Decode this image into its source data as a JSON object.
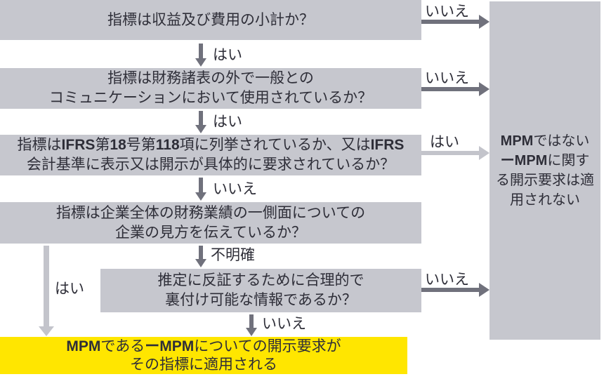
{
  "palette": {
    "box_gray": "#c6c7ce",
    "highlight_yellow": "#ffe600",
    "arrow_dark": "#70717c",
    "arrow_light": "#c3c4cb",
    "text": "#2e2e38"
  },
  "boxes": [
    {
      "id": "q1",
      "lines": [
        [
          {
            "t": "指標は収益及び費用の小計か？"
          }
        ]
      ]
    },
    {
      "id": "q2",
      "lines": [
        [
          {
            "t": "指標は財務諸表の外で一般との"
          }
        ],
        [
          {
            "t": "コミュニケーションにおいて使用されているか？"
          }
        ]
      ]
    },
    {
      "id": "q3",
      "lines": [
        [
          {
            "t": "指標は"
          },
          {
            "t": "IFRS",
            "b": true
          },
          {
            "t": "第"
          },
          {
            "t": "18",
            "b": true
          },
          {
            "t": "号第"
          },
          {
            "t": "118",
            "b": true
          },
          {
            "t": "項に列挙されているか、又は"
          },
          {
            "t": "IFRS",
            "b": true
          }
        ],
        [
          {
            "t": "会計基準に表示又は開示が具体的に要求されているか？"
          }
        ]
      ]
    },
    {
      "id": "q4",
      "lines": [
        [
          {
            "t": "指標は企業全体の財務業績の一側面についての"
          }
        ],
        [
          {
            "t": "企業の見方を伝えているか？"
          }
        ]
      ]
    },
    {
      "id": "q5",
      "lines": [
        [
          {
            "t": "推定に反証するために合理的で"
          }
        ],
        [
          {
            "t": "裏付け可能な情報であるか？"
          }
        ]
      ]
    },
    {
      "id": "result-mpm",
      "lines": [
        [
          {
            "t": "MPM",
            "b": true
          },
          {
            "t": "である"
          },
          {
            "t": "ー",
            "b": true
          },
          {
            "t": "MPM",
            "b": true
          },
          {
            "t": "についての開示要求が"
          }
        ],
        [
          {
            "t": "その指標に適用される"
          }
        ]
      ]
    },
    {
      "id": "result-not-mpm",
      "lines": [
        [
          {
            "t": "MPM",
            "b": true
          },
          {
            "t": "ではない"
          }
        ],
        [
          {
            "t": "ー",
            "b": true
          },
          {
            "t": "MPM",
            "b": true
          },
          {
            "t": "に関す"
          }
        ],
        [
          {
            "t": "る開示要求は適"
          }
        ],
        [
          {
            "t": "用されない"
          }
        ]
      ]
    }
  ],
  "edges": {
    "q1_down": "はい",
    "q1_right": "いいえ",
    "q2_down": "はい",
    "q2_right": "いいえ",
    "q3_down": "いいえ",
    "q3_right": "はい",
    "q4_down": "不明確",
    "q4_left": "はい",
    "q5_down": "いいえ",
    "q5_right": "いいえ"
  }
}
